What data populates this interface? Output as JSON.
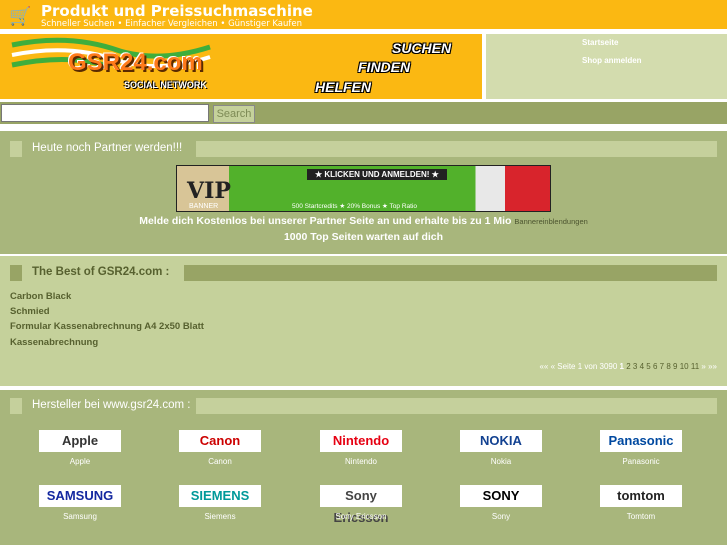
{
  "header": {
    "title": "Produkt und Preissuchmaschine",
    "subtitle": "Schneller Suchen • Einfacher Vergleichen • Günstiger Kaufen",
    "cart_icon": "🛒"
  },
  "banner": {
    "logo_text": "GSR24.com",
    "logo_tag": "SOCIAL NETWORK",
    "slogans": [
      "SUCHEN",
      "FINDEN",
      "HELFEN"
    ]
  },
  "nav": {
    "items": [
      "Startseite",
      "Shop anmelden"
    ]
  },
  "search": {
    "value": "",
    "button": "Search"
  },
  "partner": {
    "heading": "Heute noch Partner werden!!!",
    "ad": {
      "vip": "VIP",
      "banner": "BANNER",
      "cta": "★ KLICKEN UND ANMELDEN! ★",
      "perks": "500 Startcredits ★ 20% Bonus ★ Top Ratio"
    },
    "line1": "Melde dich Kostenlos bei unserer Partner Seite an und erhalte bis zu 1 Mio",
    "line1_small": "Bannereinblendungen",
    "line2": "1000 Top Seiten warten auf dich"
  },
  "best": {
    "heading": "The Best of GSR24.com :",
    "items": [
      "Carbon Black",
      "Schmied",
      "Formular Kassenabrechnung A4 2x50 Blatt",
      "Kassenabrechnung"
    ],
    "pager": {
      "prev": "«« «",
      "info": "Seite 1 von 3090",
      "current": "1",
      "pages": [
        "2",
        "3",
        "4",
        "5",
        "6",
        "7",
        "8",
        "9",
        "10",
        "11"
      ],
      "next": "» »»"
    }
  },
  "brands": {
    "heading": "Hersteller bei www.gsr24.com :",
    "items": [
      {
        "name": "Apple",
        "logo": "Apple",
        "color": "#333333"
      },
      {
        "name": "Canon",
        "logo": "Canon",
        "color": "#cc0000"
      },
      {
        "name": "Nintendo",
        "logo": "Nintendo",
        "color": "#e60012"
      },
      {
        "name": "Nokia",
        "logo": "NOKIA",
        "color": "#124191"
      },
      {
        "name": "Panasonic",
        "logo": "Panasonic",
        "color": "#0049a0"
      },
      {
        "name": "Samsung",
        "logo": "SAMSUNG",
        "color": "#1428a0"
      },
      {
        "name": "Siemens",
        "logo": "SIEMENS",
        "color": "#009999"
      },
      {
        "name": "Sony Ericsson",
        "logo": "Sony Ericsson",
        "color": "#444444"
      },
      {
        "name": "Sony",
        "logo": "SONY",
        "color": "#000000"
      },
      {
        "name": "Tomtom",
        "logo": "tomtom",
        "color": "#222222"
      }
    ]
  }
}
